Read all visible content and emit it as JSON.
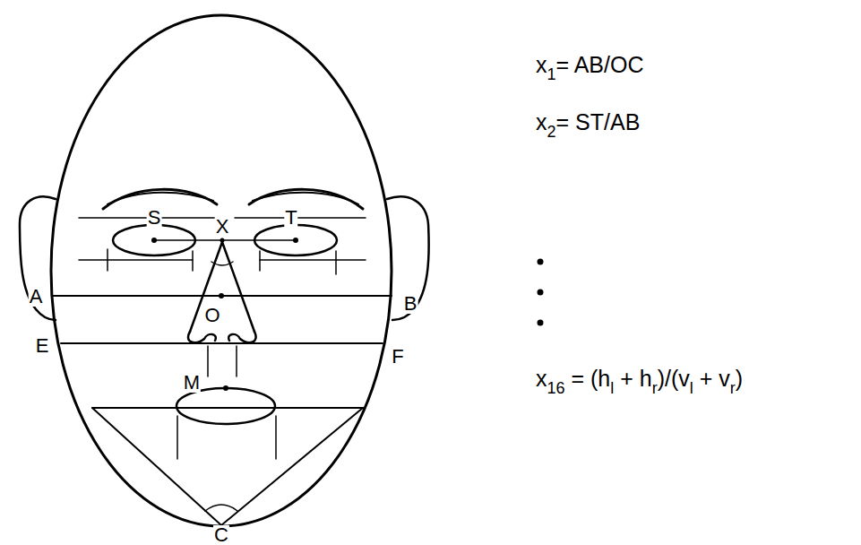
{
  "diagram": {
    "labels": [
      "S",
      "X",
      "T",
      "A",
      "B",
      "O",
      "E",
      "F",
      "M",
      "C",
      "x",
      "1",
      "= AB/OC",
      "x",
      "2",
      "= ST/AB",
      "x",
      "16",
      " = (h",
      "l",
      " + h",
      "r",
      ")/(v",
      "l",
      " + v",
      "r",
      ")"
    ]
  }
}
